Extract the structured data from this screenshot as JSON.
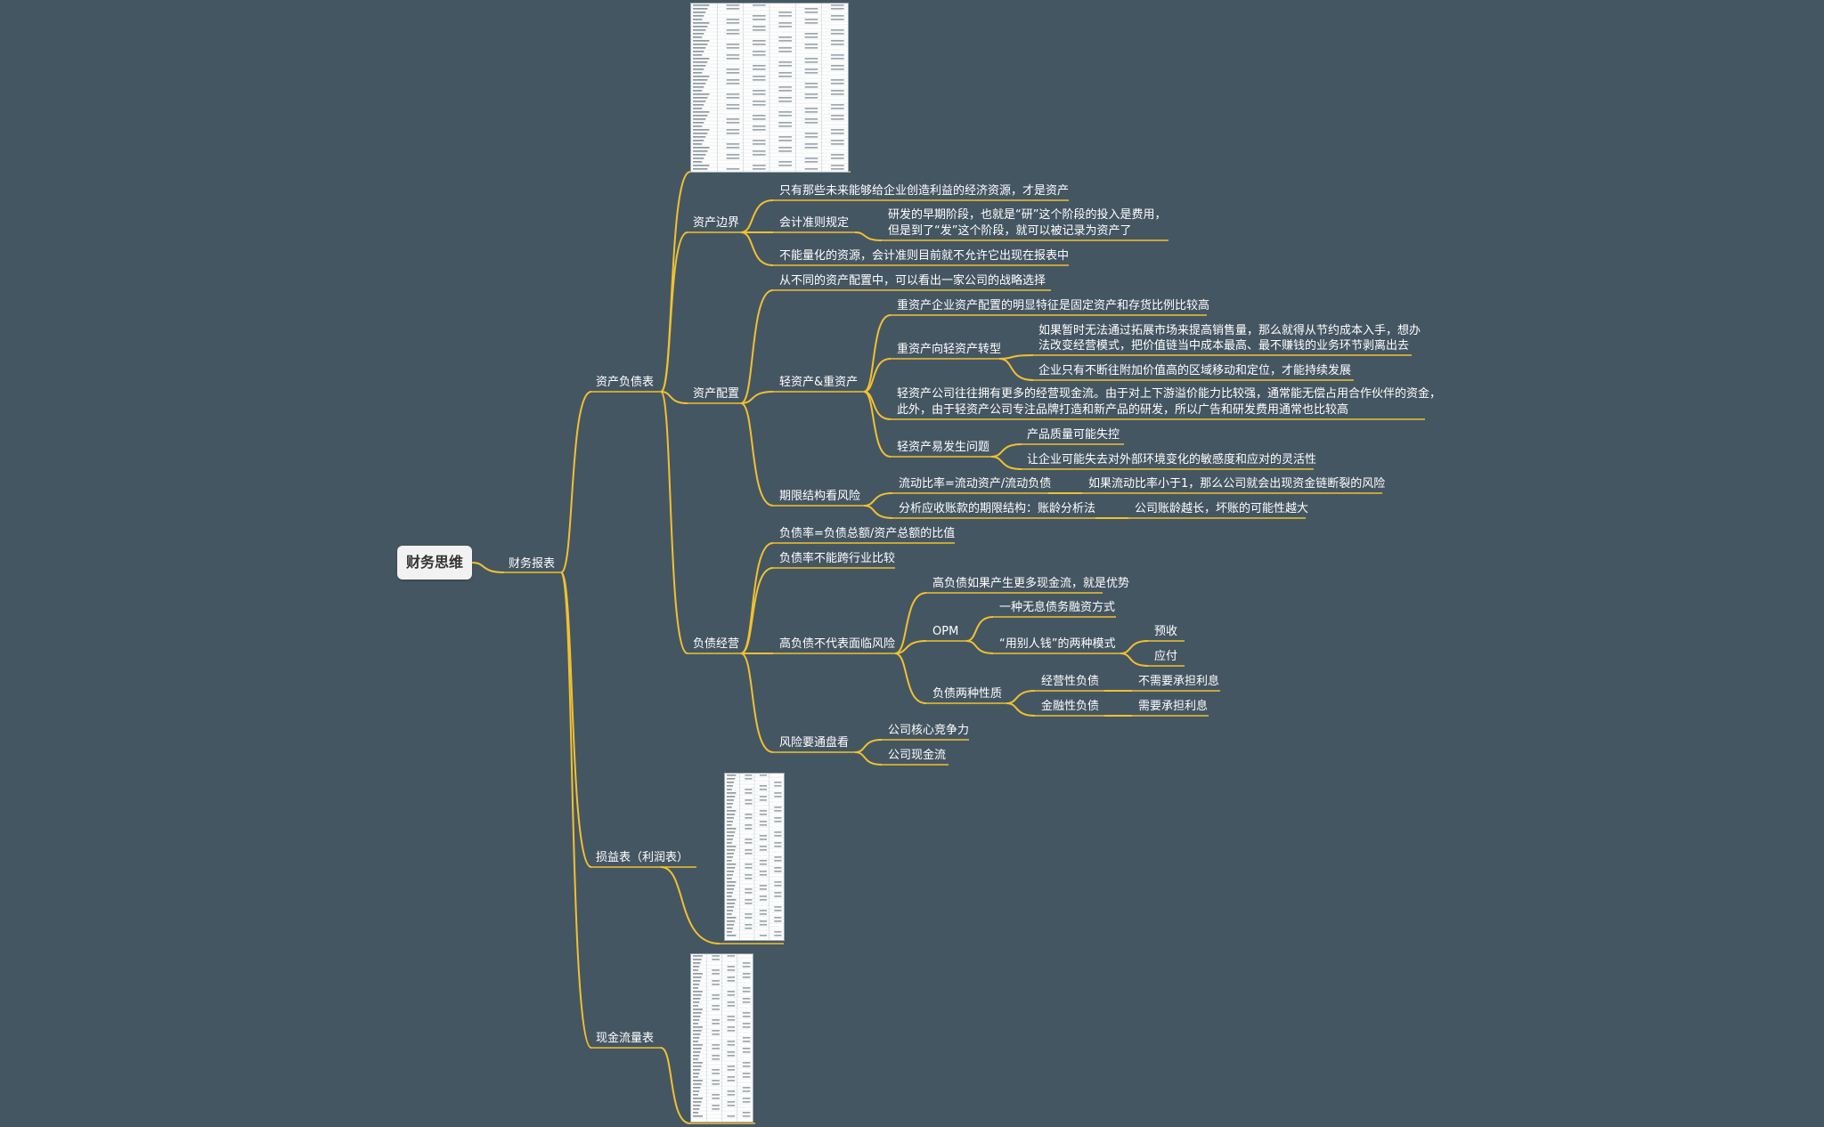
{
  "colors": {
    "background": "#455663",
    "branch": "#f2c12e",
    "root_bg": "#f2f2f2",
    "text": "#ffffff"
  },
  "root": "财务思维",
  "n_report": "财务报表",
  "n_bs": "资产负债表",
  "n_is": "损益表（利润表）",
  "n_cf": "现金流量表",
  "n_boundary": "资产边界",
  "n_b1": "只有那些未来能够给企业创造利益的经济资源，才是资产",
  "n_b2": "会计准则规定",
  "n_b2a_1": "研发的早期阶段，也就是“研”这个阶段的投入是费用，",
  "n_b2a_2": "但是到了“发”这个阶段，就可以被记录为资产了",
  "n_b3": "不能量化的资源，会计准则目前就不允许它出现在报表中",
  "n_alloc": "资产配置",
  "n_a1": "从不同的资产配置中，可以看出一家公司的战略选择",
  "n_a2": "轻资产&重资产",
  "n_a2a": "重资产企业资产配置的明显特征是固定资产和存货比例比较高",
  "n_a2b": "重资产向轻资产转型",
  "n_a2b1_1": "如果暂时无法通过拓展市场来提高销售量，那么就得从节约成本入手，想办",
  "n_a2b1_2": "法改变经营模式，把价值链当中成本最高、最不赚钱的业务环节剥离出去",
  "n_a2b2": "企业只有不断往附加价值高的区域移动和定位，才能持续发展",
  "n_a2c_1": "轻资产公司往往拥有更多的经营现金流。由于对上下游溢价能力比较强，通常能无偿占用合作伙伴的资金，",
  "n_a2c_2": "此外，由于轻资产公司专注品牌打造和新产品的研发，所以广告和研发费用通常也比较高",
  "n_a2d": "轻资产易发生问题",
  "n_a2d1": "产品质量可能失控",
  "n_a2d2": "让企业可能失去对外部环境变化的敏感度和应对的灵活性",
  "n_a3": "期限结构看风险",
  "n_a3a": "流动比率=流动资产/流动负债",
  "n_a3a1": "如果流动比率小于1，那么公司就会出现资金链断裂的风险",
  "n_a3b": "分析应收账款的期限结构：账龄分析法",
  "n_a3b1": "公司账龄越长，坏账的可能性越大",
  "n_debt": "负债经营",
  "n_d1": "负债率=负债总额/资产总额的比值",
  "n_d2": "负债率不能跨行业比较",
  "n_d3": "高负债不代表面临风险",
  "n_d3a": "高负债如果产生更多现金流，就是优势",
  "n_opm": "OPM",
  "n_opm1": "一种无息债务融资方式",
  "n_opm2": "“用别人钱”的两种模式",
  "n_opm2a": "预收",
  "n_opm2b": "应付",
  "n_d3c": "负债两种性质",
  "n_op": "经营性负债",
  "n_op1": "不需要承担利息",
  "n_fin": "金融性负债",
  "n_fin1": "需要承担利息",
  "n_d4": "风险要通盘看",
  "n_d4a": "公司核心竞争力",
  "n_d4b": "公司现金流"
}
